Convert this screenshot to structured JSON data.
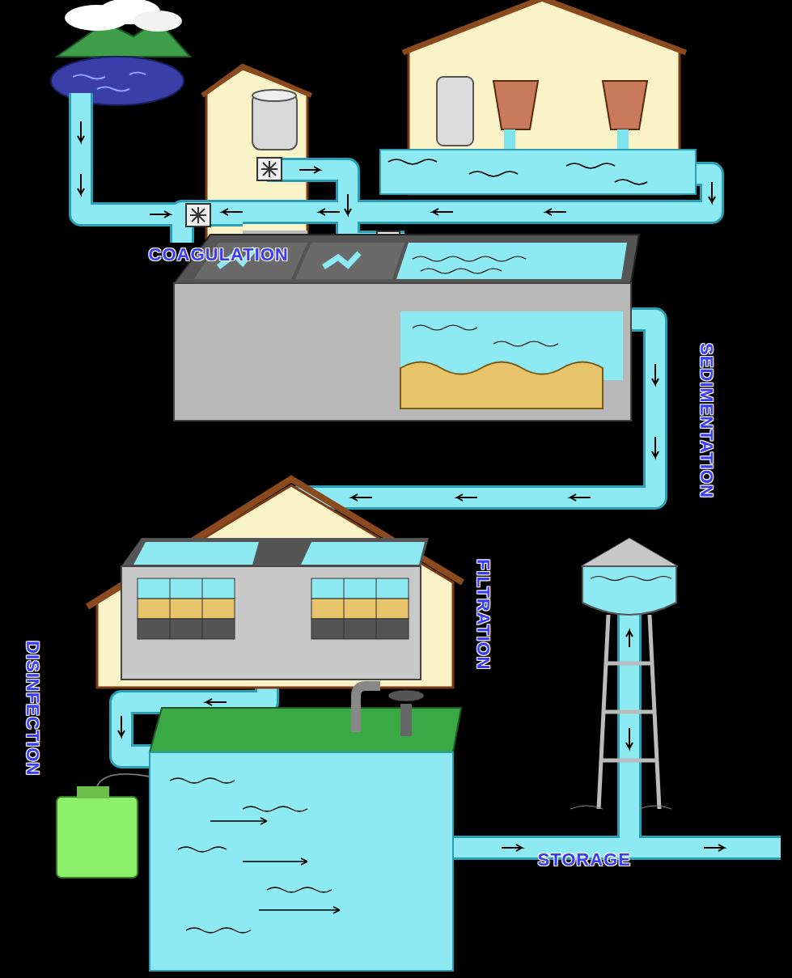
{
  "diagram": {
    "labels": [
      "COAGULATION",
      "SEDIMENTATION",
      "FILTRATION",
      "DISINFECTION",
      "STORAGE"
    ]
  }
}
